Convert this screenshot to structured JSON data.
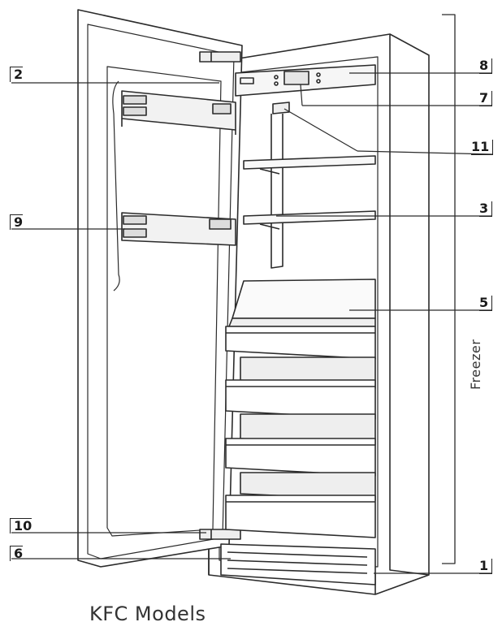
{
  "callouts": {
    "c1": "1",
    "c2": "2",
    "c3": "3",
    "c5": "5",
    "c6": "6",
    "c7": "7",
    "c8": "8",
    "c9": "9",
    "c10": "10",
    "c11": "11"
  },
  "section_label": "Freezer",
  "caption": "KFC Models"
}
